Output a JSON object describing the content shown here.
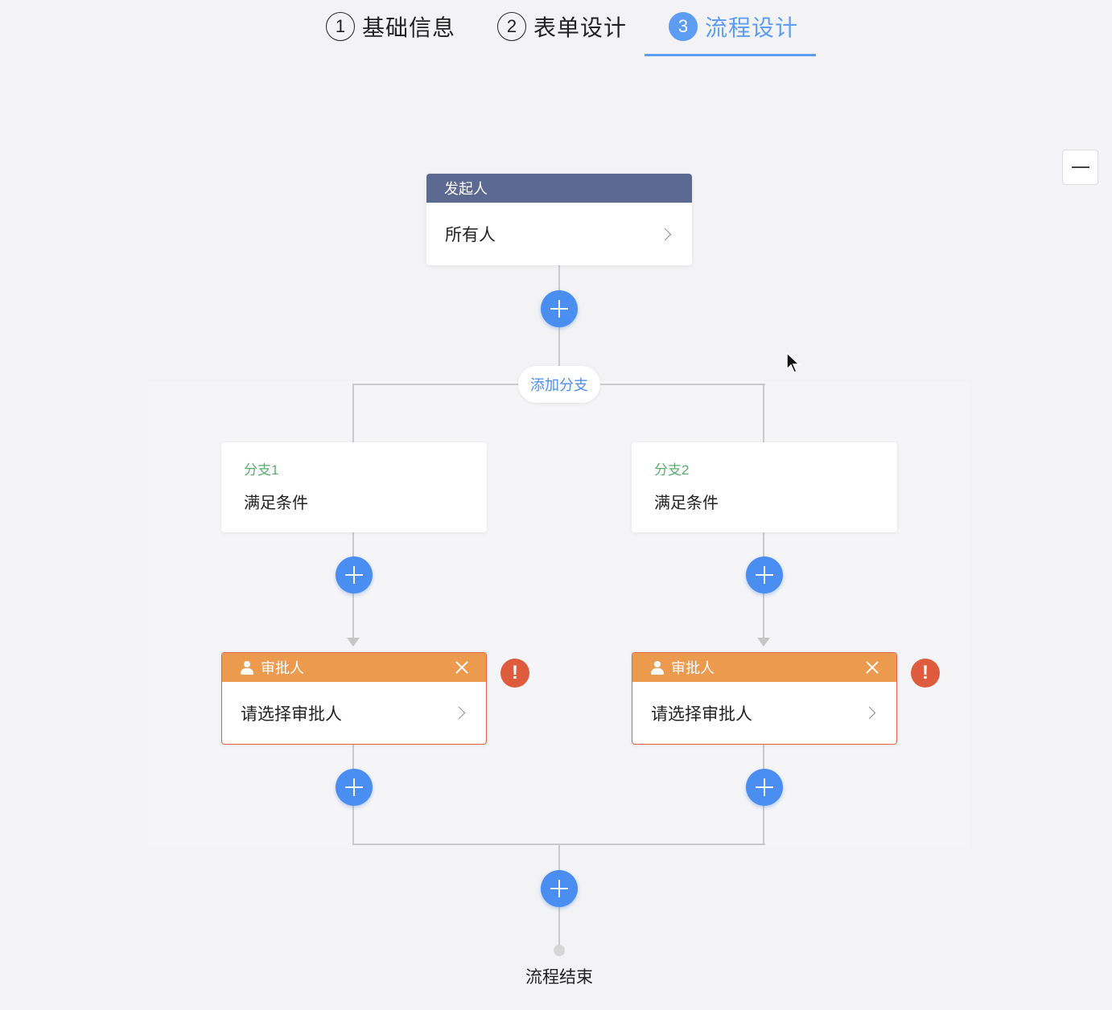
{
  "steps": [
    {
      "num": "1",
      "label": "基础信息",
      "active": false
    },
    {
      "num": "2",
      "label": "表单设计",
      "active": false
    },
    {
      "num": "3",
      "label": "流程设计",
      "active": true
    }
  ],
  "start_node": {
    "title": "发起人",
    "content": "所有人"
  },
  "add_branch_label": "添加分支",
  "branches": [
    {
      "condition_title": "分支1",
      "condition_desc": "满足条件",
      "approver_title": "审批人",
      "approver_content": "请选择审批人",
      "warning": "!"
    },
    {
      "condition_title": "分支2",
      "condition_desc": "满足条件",
      "approver_title": "审批人",
      "approver_content": "请选择审批人",
      "warning": "!"
    }
  ],
  "end_label": "流程结束",
  "colors": {
    "accent": "#4b8ef1",
    "start_header": "#5c6a92",
    "approver_header": "#ec9a4e",
    "approver_border": "#e0644a",
    "warning": "#de5b3e",
    "condition_title": "#5aad6e",
    "background": "#f3f3f5"
  },
  "icons": {
    "zoom": "minus-icon",
    "approver": "user-icon",
    "remove": "close-icon",
    "next": "chevron-right-icon",
    "add": "plus-icon",
    "alert": "exclamation-icon"
  }
}
